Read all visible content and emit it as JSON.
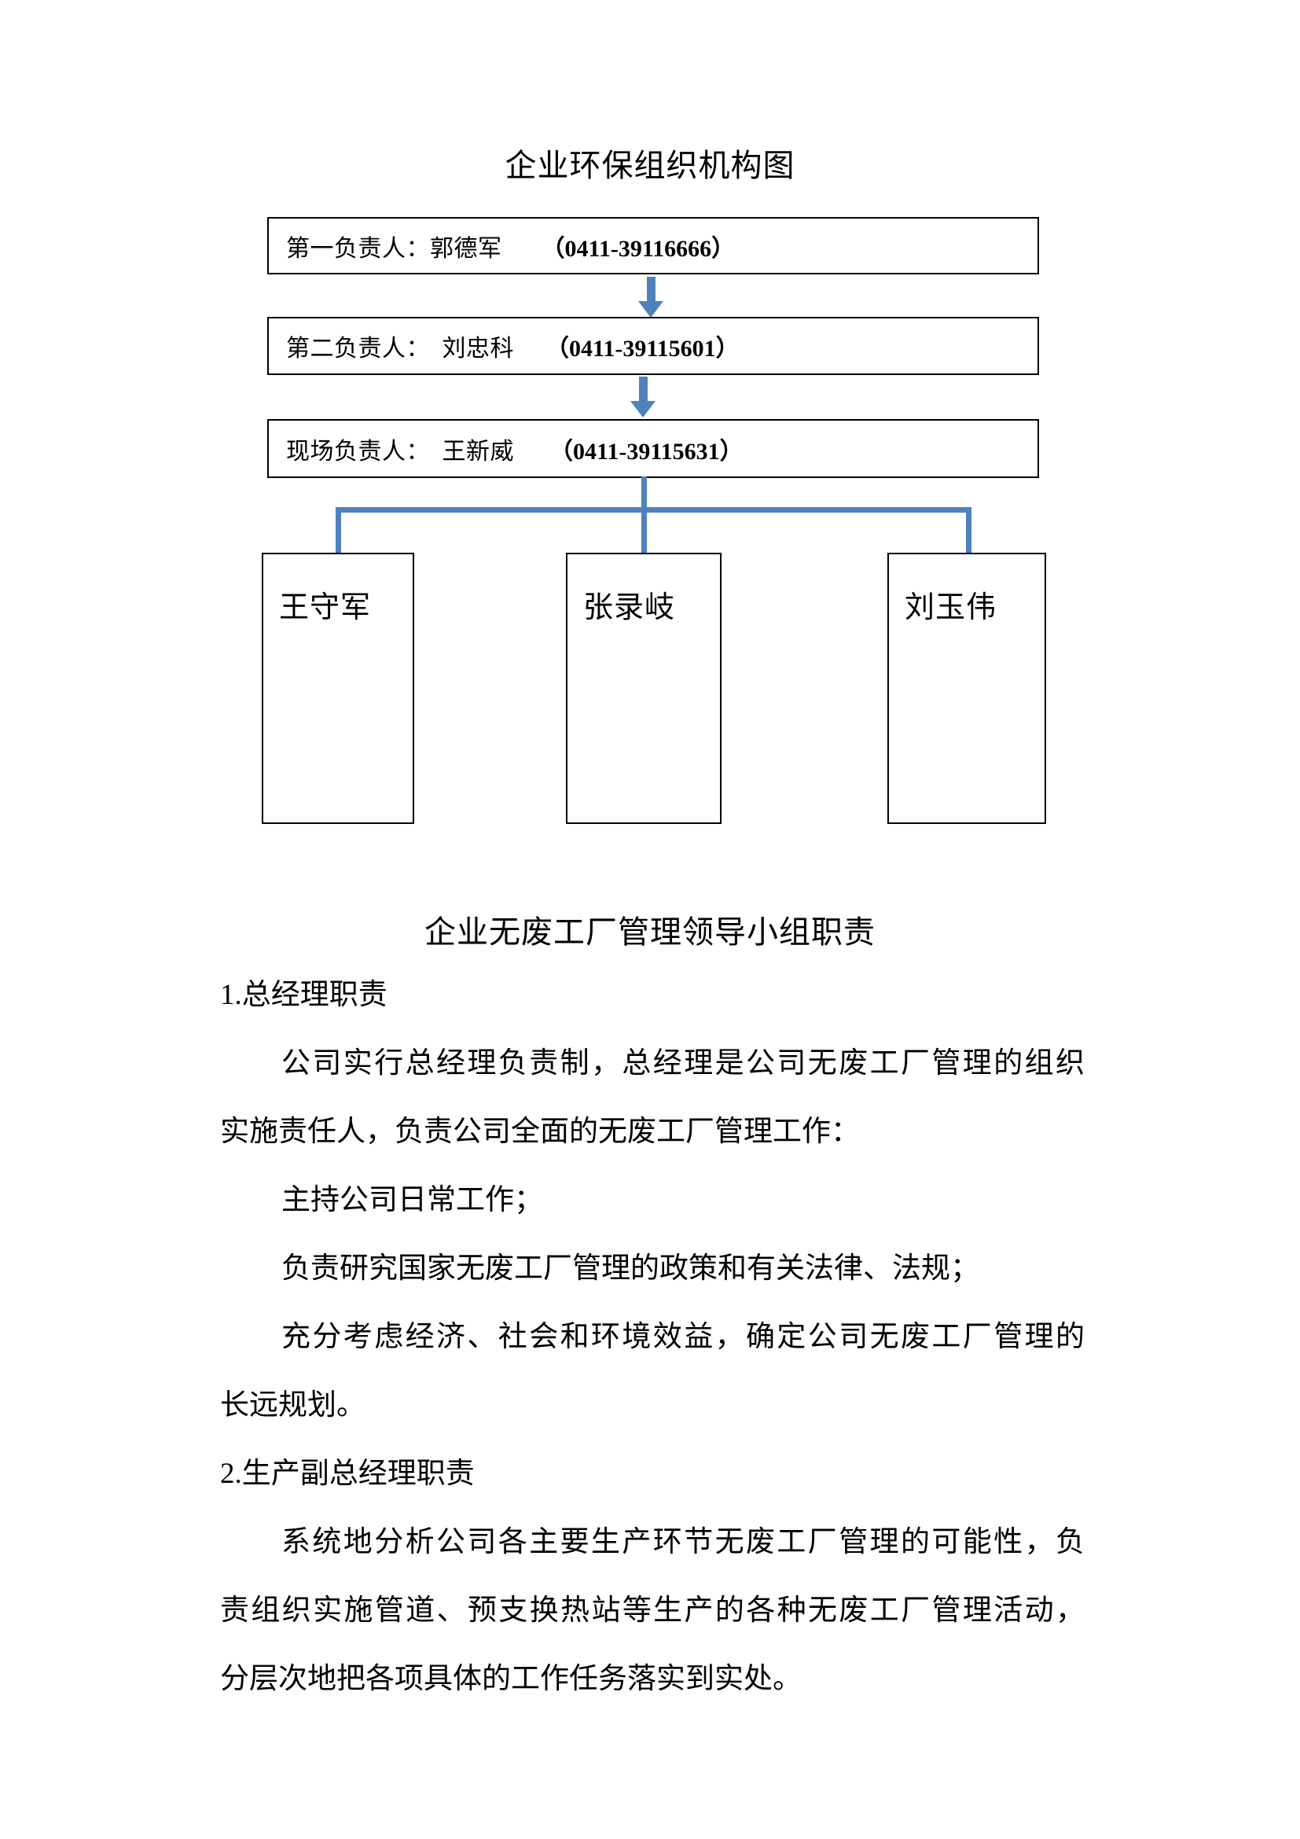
{
  "org_chart": {
    "title": "企业环保组织机构图",
    "connector_color": "#4F81BD",
    "levels": [
      {
        "label": "第一负责人：郭德军",
        "phone": "（0411-39116666）"
      },
      {
        "label": "第二负责人：　刘忠科",
        "phone": "（0411-39115601）"
      },
      {
        "label": "现场负责人：　王新威",
        "phone": "（0411-39115631）"
      }
    ],
    "members": [
      {
        "name": "王守军"
      },
      {
        "name": "张录岐"
      },
      {
        "name": "刘玉伟"
      }
    ]
  },
  "duties": {
    "title": "企业无废工厂管理领导小组职责",
    "lines": [
      {
        "text": "1.总经理职责"
      },
      {
        "text": "公司实行总经理负责制，总经理是公司无废工厂管理的组织"
      },
      {
        "text": "实施责任人，负责公司全面的无废工厂管理工作："
      },
      {
        "text": "主持公司日常工作；"
      },
      {
        "text": "负责研究国家无废工厂管理的政策和有关法律、法规；"
      },
      {
        "text": "充分考虑经济、社会和环境效益，确定公司无废工厂管理的"
      },
      {
        "text": "长远规划。"
      },
      {
        "text": "2.生产副总经理职责"
      },
      {
        "text": "系统地分析公司各主要生产环节无废工厂管理的可能性，负"
      },
      {
        "text": "责组织实施管道、预支换热站等生产的各种无废工厂管理活动，"
      },
      {
        "text": "分层次地把各项具体的工作任务落实到实处。"
      }
    ]
  }
}
